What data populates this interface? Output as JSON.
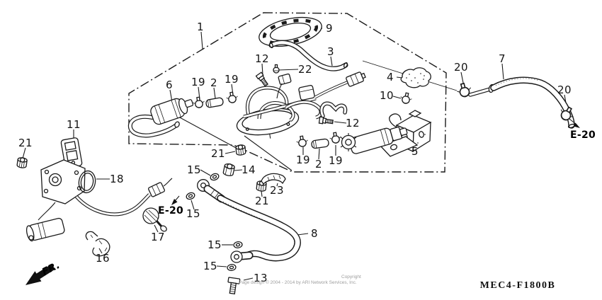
{
  "labels": {
    "fr": "FR.",
    "e20_left": "E-20",
    "e20_right": "E-20",
    "part_code": "MEC4-F1800B",
    "watermark_line1": "Copyright",
    "watermark_line2": "Page design © 2004 - 2014 by ARI Network Services, Inc."
  },
  "callouts": [
    "1",
    "9",
    "3",
    "22",
    "12",
    "6",
    "19",
    "2",
    "19",
    "4",
    "10",
    "20",
    "7",
    "20",
    "5",
    "12",
    "19",
    "2",
    "19",
    "11",
    "21",
    "18",
    "21",
    "14",
    "15",
    "23",
    "21",
    "15",
    "15",
    "15",
    "13",
    "8",
    "16",
    "17"
  ]
}
